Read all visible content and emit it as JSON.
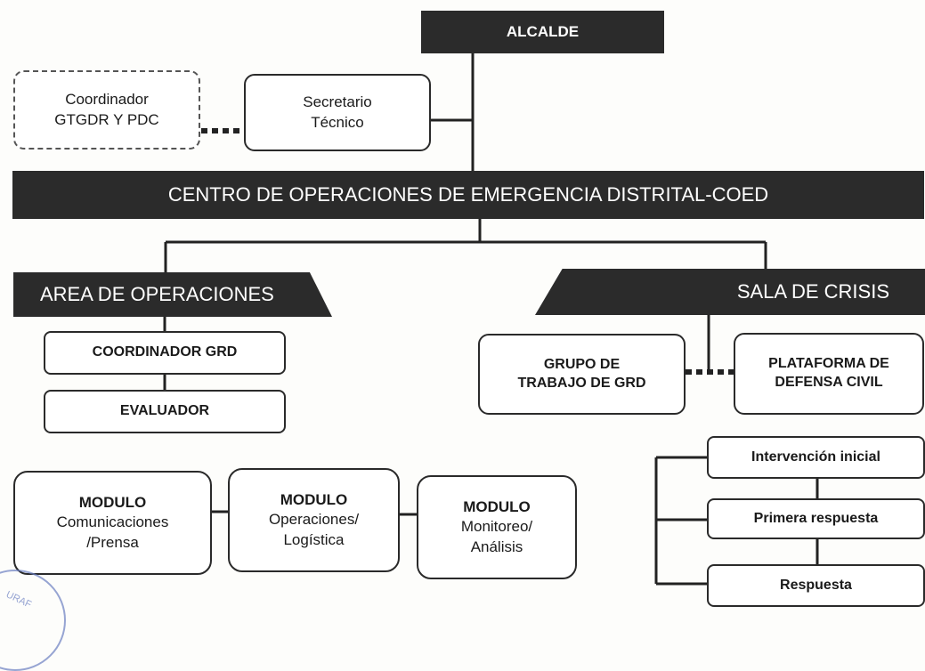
{
  "alcalde": "ALCALDE",
  "coordinador_gtgdr": "Coordinador\nGTGDR Y PDC",
  "secretario": "Secretario\nTécnico",
  "coed": "CENTRO DE OPERACIONES DE EMERGENCIA DISTRITAL-COED",
  "area_operaciones": "AREA DE OPERACIONES",
  "sala_crisis": "SALA DE CRISIS",
  "coordinador_grd": "COORDINADOR GRD",
  "evaluador": "EVALUADOR",
  "grupo_trabajo": "GRUPO DE\nTRABAJO DE GRD",
  "plataforma": "PLATAFORMA DE\nDEFENSA CIVIL",
  "modulos": [
    {
      "title": "MODULO",
      "sub": "Comunicaciones\n/Prensa"
    },
    {
      "title": "MODULO",
      "sub": "Operaciones/\nLogística"
    },
    {
      "title": "MODULO",
      "sub": "Monitoreo/\nAnálisis"
    }
  ],
  "fases": [
    "Intervención inicial",
    "Primera respuesta",
    "Respuesta"
  ],
  "stamp_text": "URAF"
}
